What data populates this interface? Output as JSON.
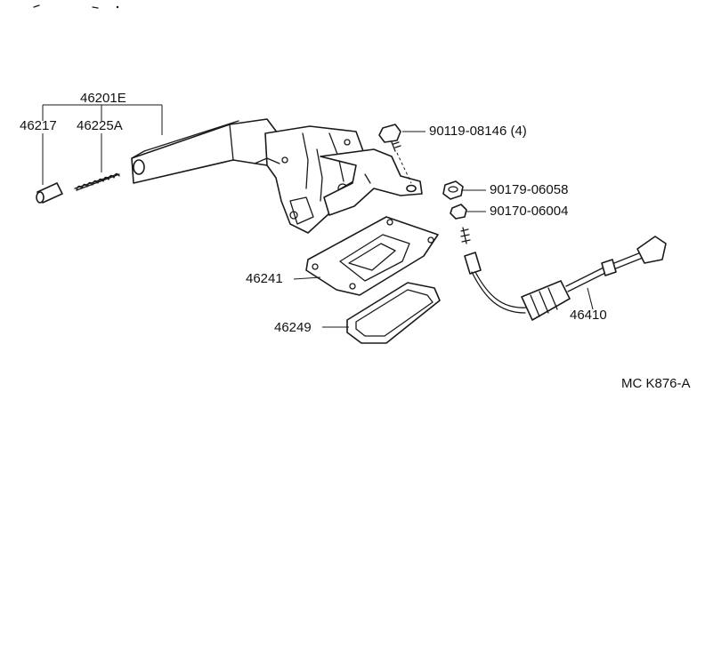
{
  "diagram_code": "MC K876-A",
  "callouts": {
    "assembly": "46201E",
    "grip": "46217",
    "spring": "46225A",
    "bolt": "90119-08146 (4)",
    "nut": "90179-06058",
    "nut_small": "90170-06004",
    "plate": "46241",
    "boot": "46249",
    "cable": "46410"
  }
}
